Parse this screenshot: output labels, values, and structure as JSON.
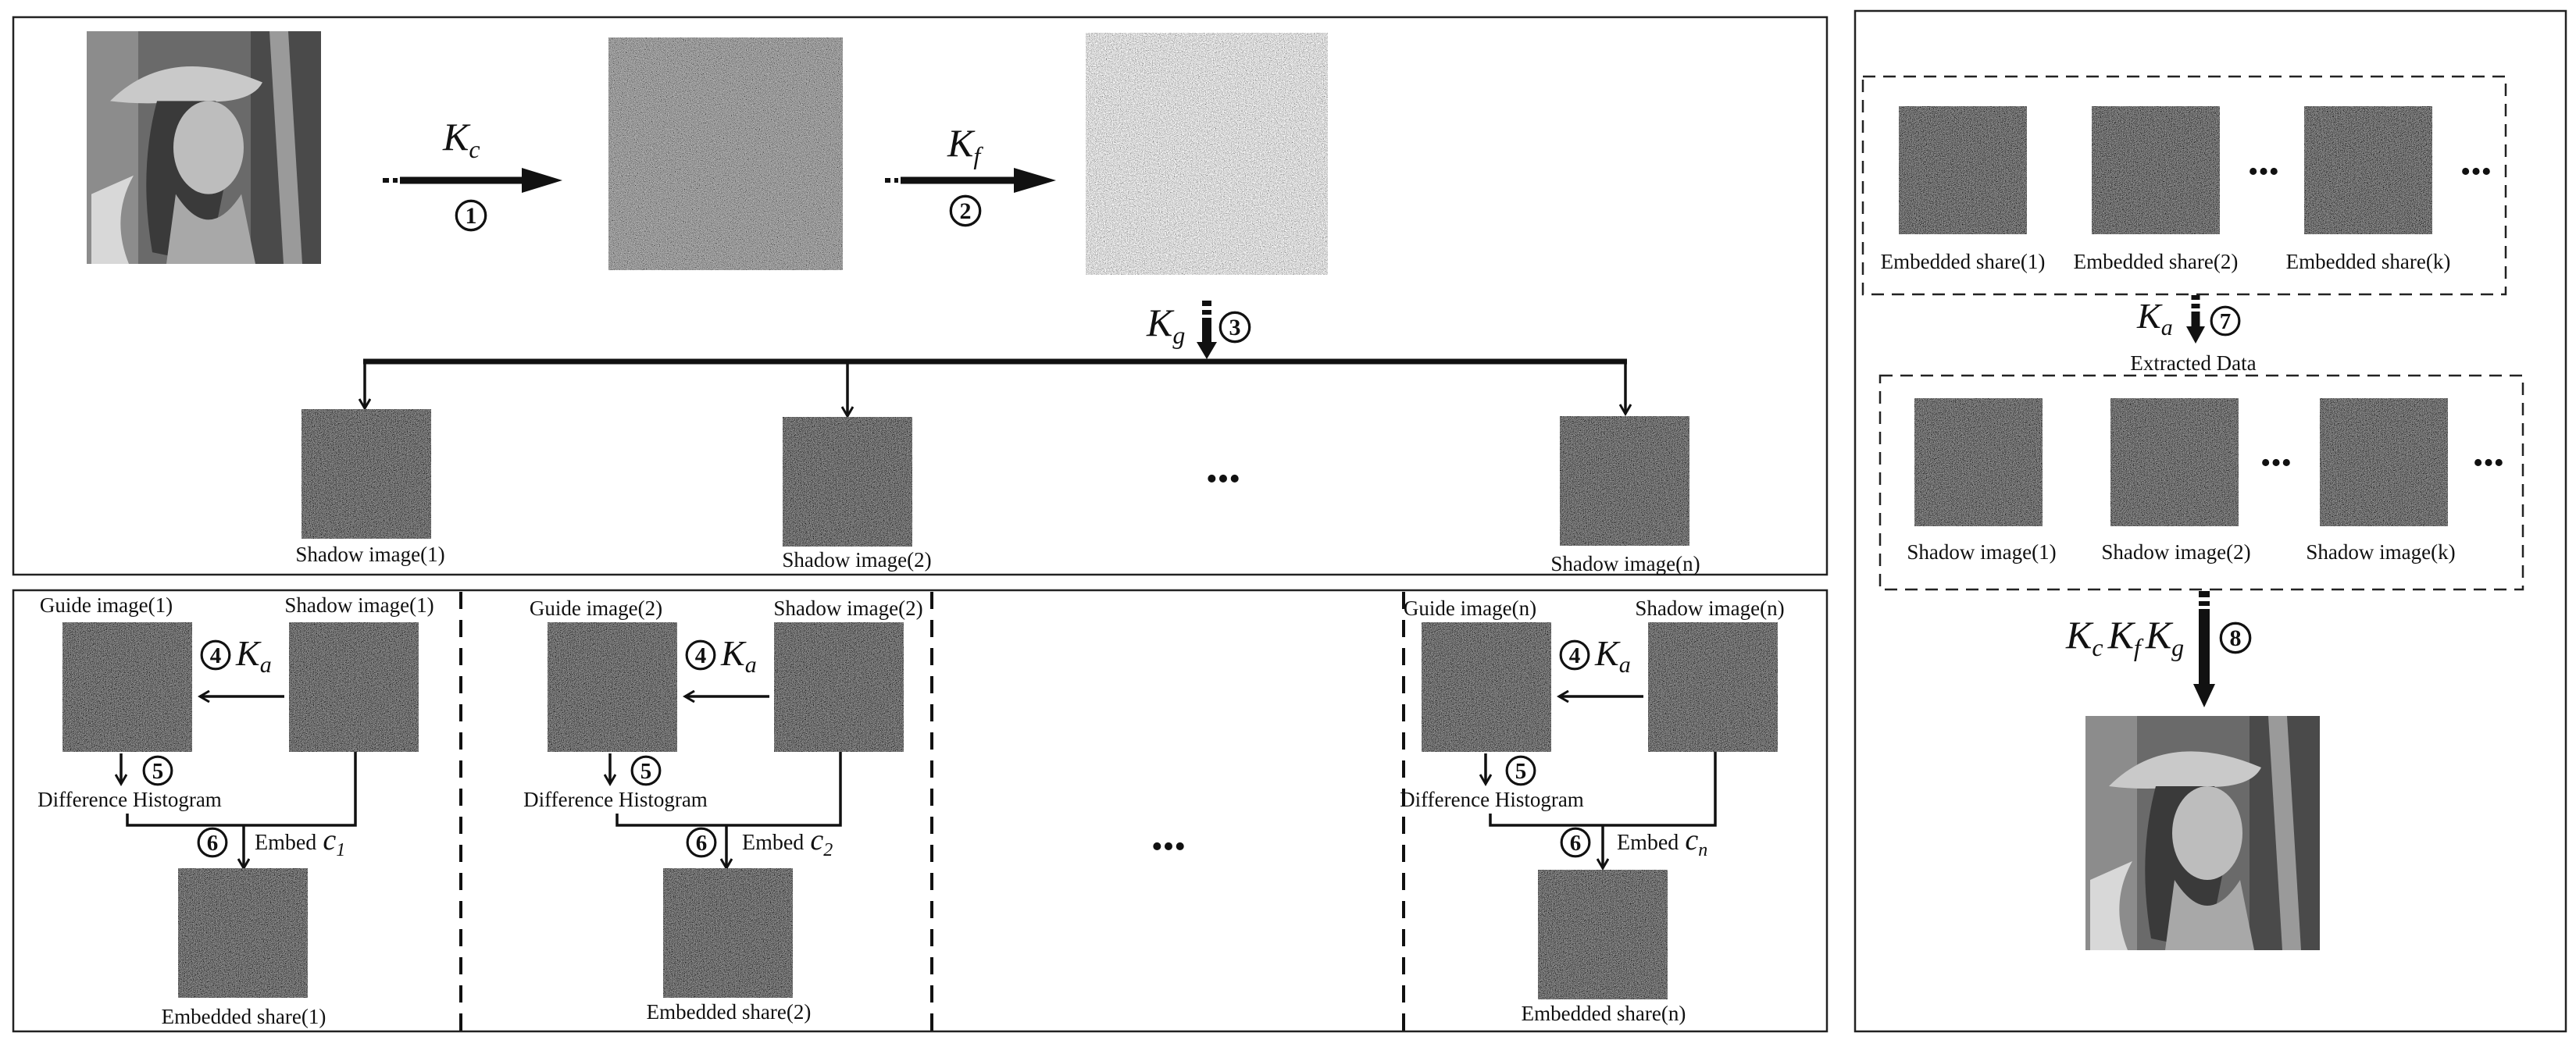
{
  "keys": {
    "Kc": {
      "base": "K",
      "sub": "c"
    },
    "Kf": {
      "base": "K",
      "sub": "f"
    },
    "Kg": {
      "base": "K",
      "sub": "g"
    },
    "Ka": {
      "base": "K",
      "sub": "a"
    }
  },
  "steps": {
    "s1": "1",
    "s2": "2",
    "s3": "3",
    "s4": "4",
    "s5": "5",
    "s6": "6",
    "s7": "7",
    "s8": "8"
  },
  "sharing": {
    "shadow_labels": [
      "Shadow image(1)",
      "Shadow image(2)",
      "Shadow image(n)"
    ],
    "ellipsis": "•••"
  },
  "embedding": {
    "panels": [
      {
        "guide": "Guide image(1)",
        "shadow": "Shadow image(1)",
        "diff": "Difference Histogram",
        "embed": "Embed",
        "c": "c",
        "c_sub": "1",
        "share": "Embedded share(1)"
      },
      {
        "guide": "Guide image(2)",
        "shadow": "Shadow image(2)",
        "diff": "Difference Histogram",
        "embed": "Embed",
        "c": "c",
        "c_sub": "2",
        "share": "Embedded share(2)"
      },
      {
        "guide": "Guide image(n)",
        "shadow": "Shadow image(n)",
        "diff": "Difference Histogram",
        "embed": "Embed",
        "c": "c",
        "c_sub": "n",
        "share": "Embedded share(n)"
      }
    ],
    "ellipsis": "•••"
  },
  "recovery": {
    "embedded_labels": [
      "Embedded share(1)",
      "Embedded share(2)",
      "Embedded share(k)"
    ],
    "extracted_label": "Extracted Data",
    "shadow_labels": [
      "Shadow image(1)",
      "Shadow image(2)",
      "Shadow image(k)"
    ],
    "ellipsis": "•••"
  }
}
